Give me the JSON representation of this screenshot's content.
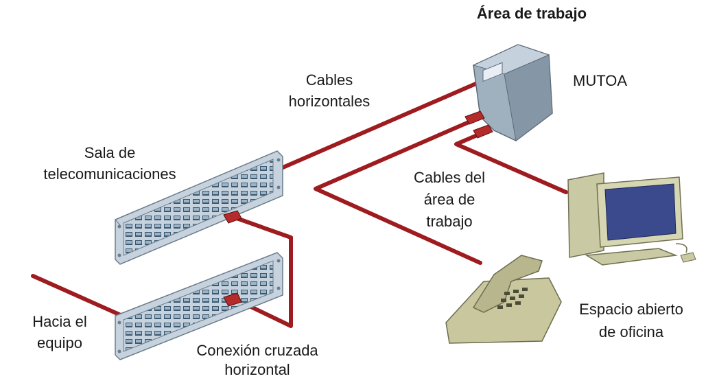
{
  "labels": {
    "work_area_title": "Área de trabajo",
    "mutoa": "MUTOA",
    "horizontal_cables": [
      "Cables",
      "horizontales"
    ],
    "telecom_room": [
      "Sala de",
      "telecomunicaciones"
    ],
    "work_area_cables": [
      "Cables del",
      "área de",
      "trabajo"
    ],
    "to_equipment": [
      "Hacia el",
      "equipo"
    ],
    "cross_connect": [
      "Conexión cruzada",
      "horizontal"
    ],
    "open_office": [
      "Espacio abierto",
      "de oficina"
    ]
  },
  "colors": {
    "cable": "#9e1b1f",
    "panel": "#b9c7d3",
    "panel_port": "#3a5870",
    "device": "#9fb0bf",
    "phone": "#c8c79e",
    "computer": "#c9c9a3",
    "screen": "#3b4a8c"
  }
}
